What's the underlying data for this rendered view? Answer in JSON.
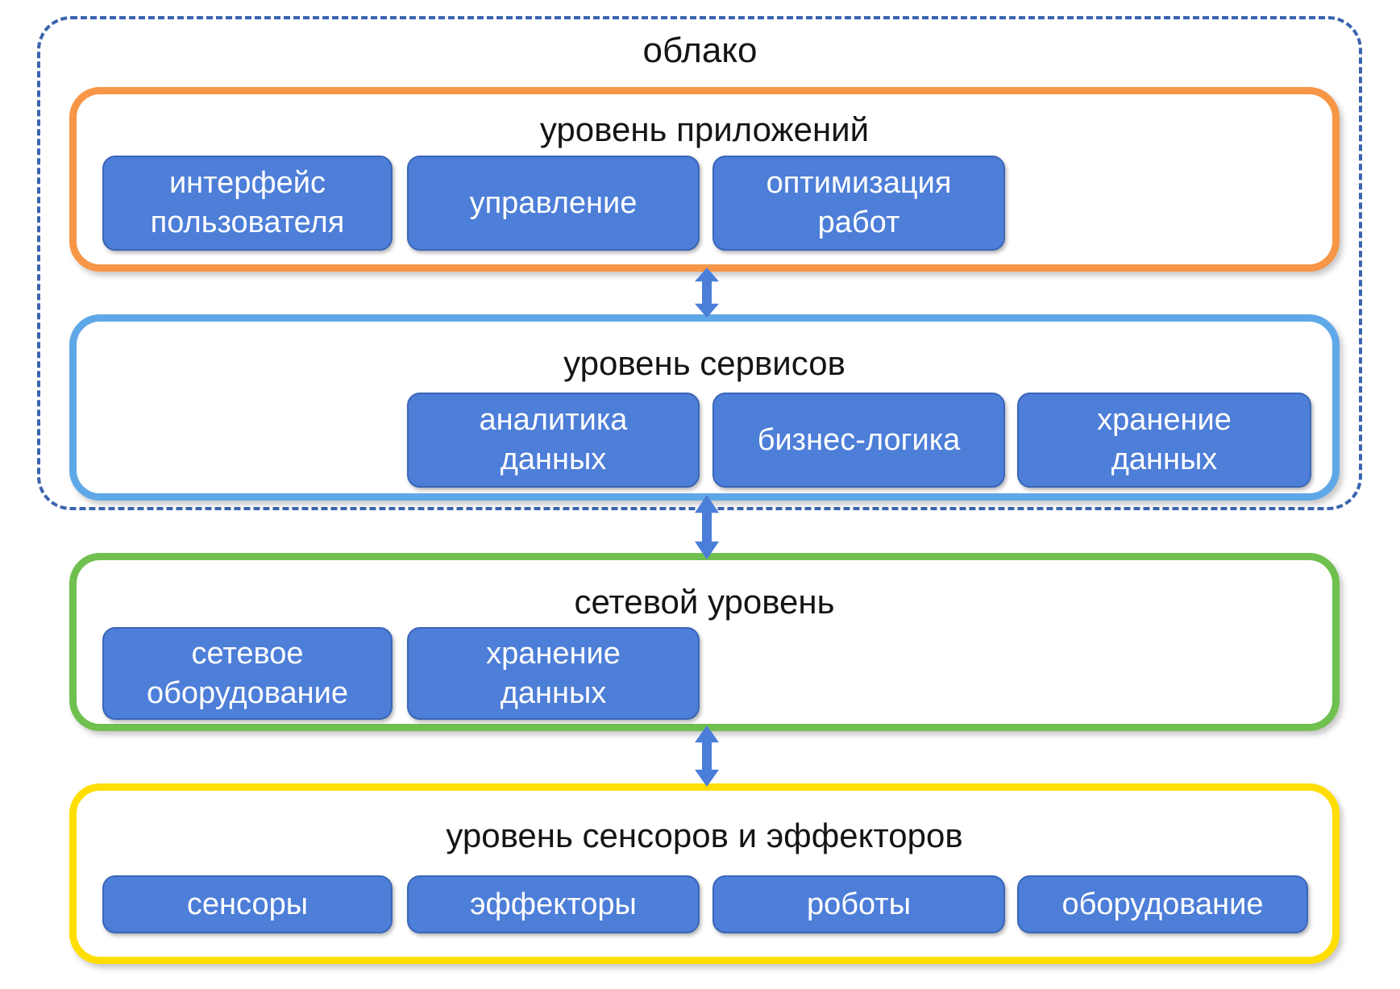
{
  "cloud": {
    "label": "облако"
  },
  "layers": [
    {
      "label": "уровень приложений",
      "boxes": [
        {
          "label": "интерфейс\nпользователя"
        },
        {
          "label": "управление"
        },
        {
          "label": "оптимизация\nработ"
        }
      ]
    },
    {
      "label": "уровень сервисов",
      "boxes": [
        {
          "label": "аналитика\nданных"
        },
        {
          "label": "бизнес-логика"
        },
        {
          "label": "хранение\nданных"
        }
      ]
    },
    {
      "label": "сетевой уровень",
      "boxes": [
        {
          "label": "сетевое\nоборудование"
        },
        {
          "label": "хранение\nданных"
        }
      ]
    },
    {
      "label": "уровень сенсоров и эффекторов",
      "boxes": [
        {
          "label": "сенсоры"
        },
        {
          "label": "эффекторы"
        },
        {
          "label": "роботы"
        },
        {
          "label": "оборудование"
        }
      ]
    }
  ],
  "colors": {
    "applications_border": "#F79646",
    "services_border": "#5FA8E8",
    "network_border": "#6FC04E",
    "sensors_border": "#FFDE00",
    "node_fill": "#4D7ED8",
    "node_border": "#3A66B8",
    "node_text": "#FFFFFF",
    "arrow": "#4A7ED9",
    "cloud_dash": "#3A64AF",
    "label_text": "#141414"
  }
}
